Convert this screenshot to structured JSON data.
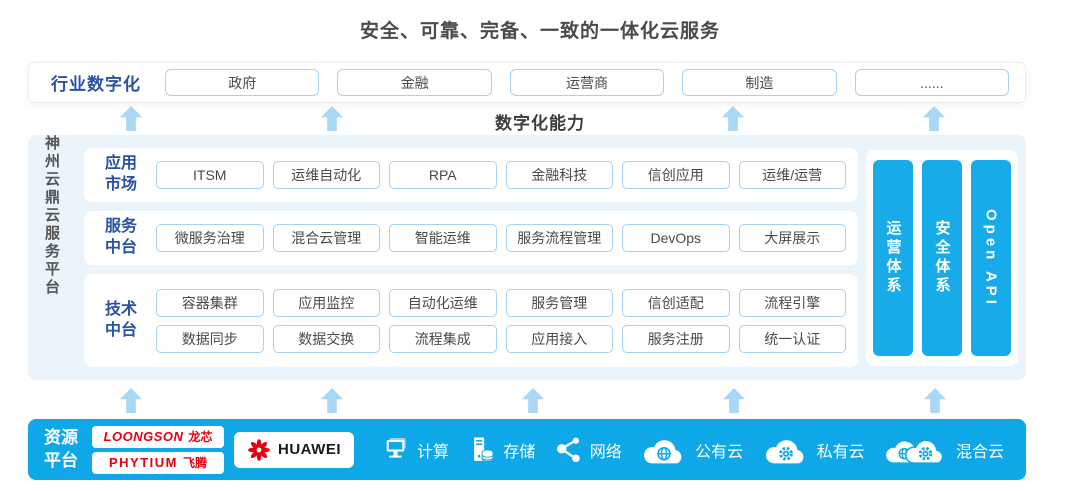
{
  "title": "安全、可靠、完备、一致的一体化云服务",
  "capability_label": "数字化能力",
  "colors": {
    "band_blue": "#0ea7e7",
    "pillar_blue": "#17abea",
    "arrow_blue": "#a8d8f5",
    "platform_bg": "#ebf4fb",
    "box_border": "#a6d2ef",
    "heading_blue": "#2a52a3",
    "vendor_red": "#e60012",
    "title_gray": "#4a4a4a"
  },
  "industry": {
    "label": "行业数字化",
    "sectors": [
      "政府",
      "金融",
      "运营商",
      "制造",
      "......"
    ]
  },
  "platform": {
    "name": "神州云鼎云服务平台",
    "rows": [
      {
        "label": "应用\n市场",
        "items": [
          "ITSM",
          "运维自动化",
          "RPA",
          "金融科技",
          "信创应用",
          "运维/运营"
        ]
      },
      {
        "label": "服务\n中台",
        "items": [
          "微服务治理",
          "混合云管理",
          "智能运维",
          "服务流程管理",
          "DevOps",
          "大屏展示"
        ]
      },
      {
        "label": "技术\n中台",
        "items_top": [
          "容器集群",
          "应用监控",
          "自动化运维",
          "服务管理",
          "信创适配",
          "流程引擎"
        ],
        "items_bottom": [
          "数据同步",
          "数据交换",
          "流程集成",
          "应用接入",
          "服务注册",
          "统一认证"
        ]
      }
    ],
    "pillars": [
      "运营体系",
      "安全体系",
      "Open API"
    ]
  },
  "resources": {
    "label": "资源\n平台",
    "vendors": [
      {
        "name": "LOONGSON",
        "cn": "龙芯"
      },
      {
        "name": "PHYTIUM",
        "cn": "飞腾"
      },
      {
        "name": "HUAWEI"
      }
    ],
    "items": [
      {
        "icon": "compute-icon",
        "label": "计算"
      },
      {
        "icon": "storage-icon",
        "label": "存储"
      },
      {
        "icon": "network-icon",
        "label": "网络"
      },
      {
        "icon": "public-cloud-icon",
        "label": "公有云"
      },
      {
        "icon": "private-cloud-icon",
        "label": "私有云"
      },
      {
        "icon": "hybrid-cloud-icon",
        "label": "混合云"
      }
    ]
  }
}
